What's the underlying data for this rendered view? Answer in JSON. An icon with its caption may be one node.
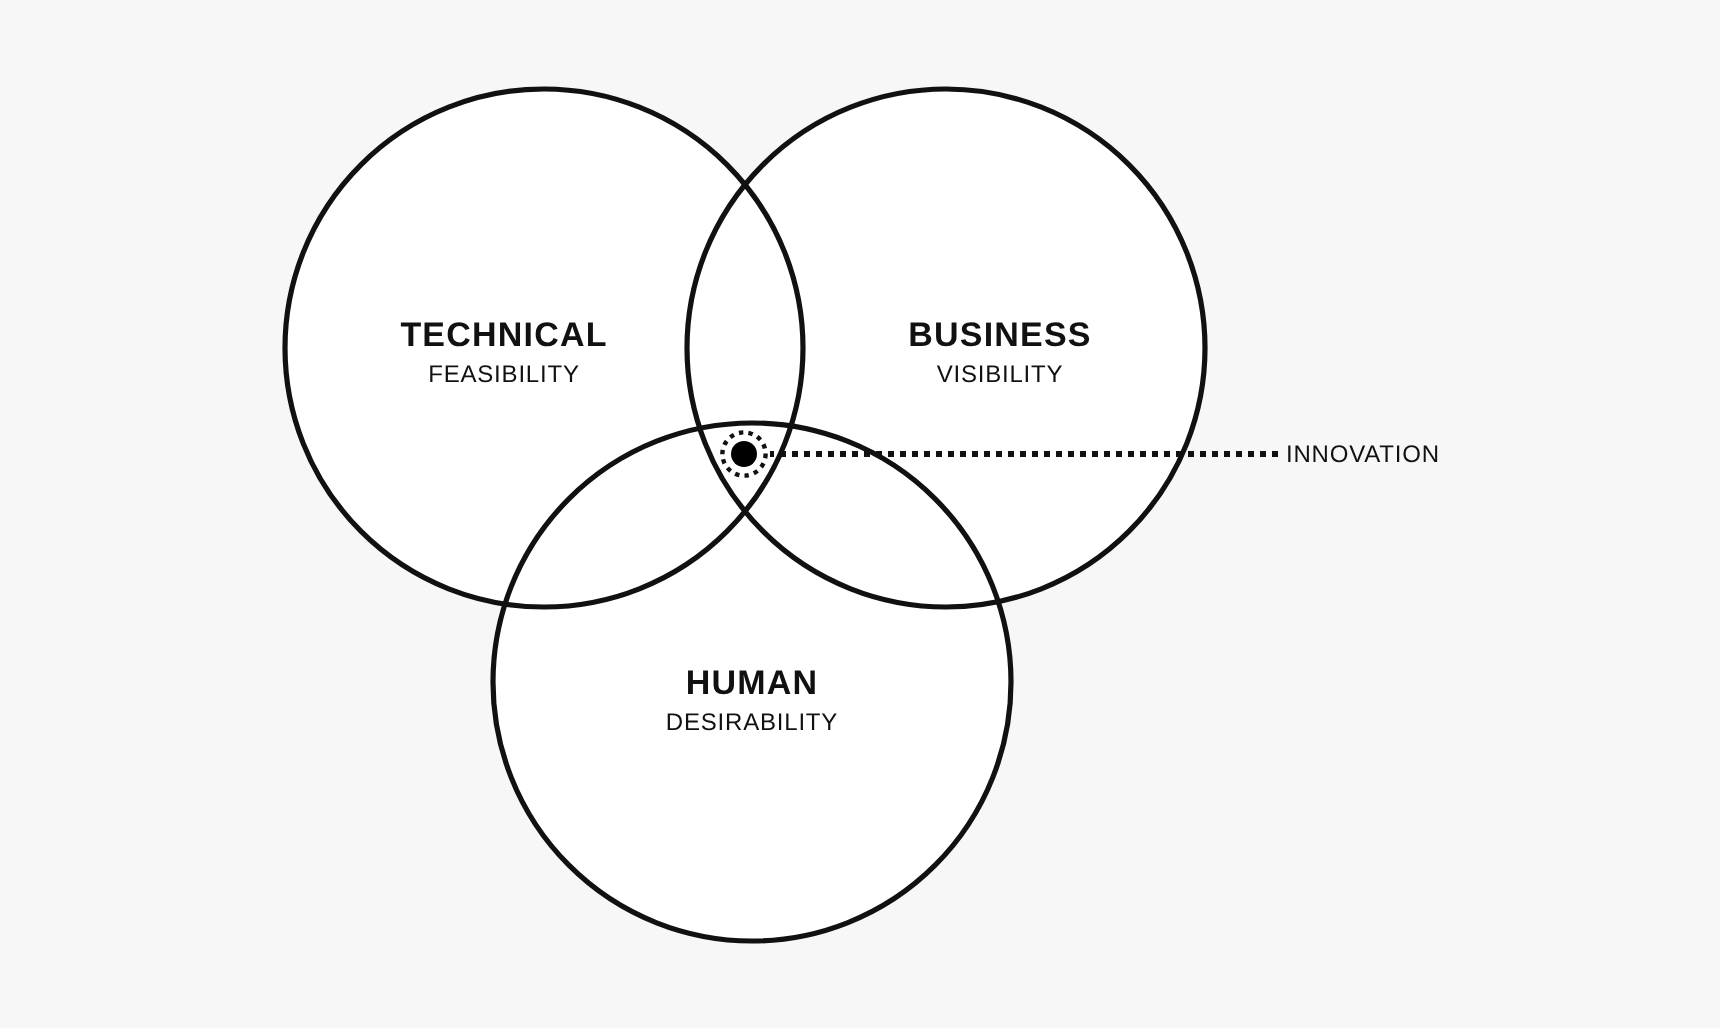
{
  "diagram": {
    "nodes": [
      {
        "text": [
          "TECHNICAL",
          "FEASIBILITY"
        ]
      },
      {
        "text": [
          "BUSINESS",
          "VISIBILITY"
        ]
      },
      {
        "text": [
          "HUMAN",
          "DESIRABILITY"
        ]
      },
      {
        "text": [],
        "shape": "circle"
      },
      {
        "text": [
          "INNOVATION"
        ]
      }
    ],
    "edges": [
      {
        "from": 4,
        "to": 3,
        "arrow": "none",
        "style": "dashed"
      }
    ]
  }
}
